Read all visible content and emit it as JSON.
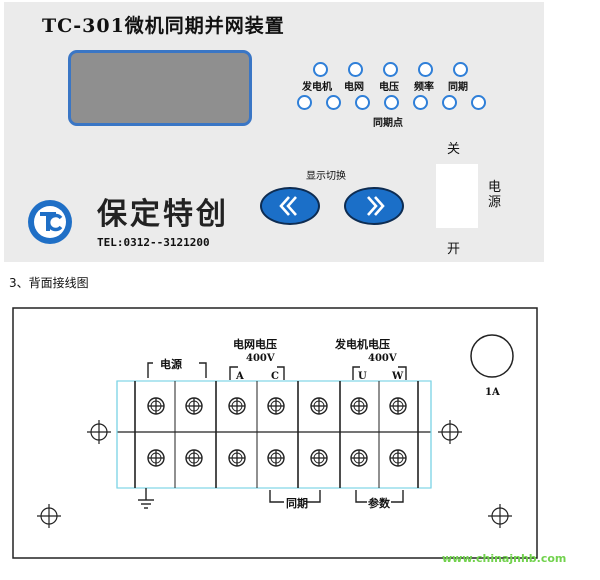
{
  "panel": {
    "title": "TC-301微机同期并网装置",
    "indicators": [
      "发电机",
      "电网",
      "电压",
      "频率",
      "同期"
    ],
    "sync_point_label": "同期点",
    "display_switch_label": "显示切换",
    "switch": {
      "off_label": "关",
      "on_label": "开",
      "power_label": "电\n源"
    },
    "brand": {
      "name": "保定特创",
      "tel": "TEL:0312--3121200"
    }
  },
  "section_heading": "3、背面接线图",
  "wiring": {
    "power_label": "电源",
    "grid_voltage_label": "电网电压",
    "grid_voltage_value": "400V",
    "grid_phase_a": "A",
    "grid_phase_c": "C",
    "gen_voltage_label": "发电机电压",
    "gen_voltage_value": "400V",
    "gen_phase_u": "U",
    "gen_phase_w": "W",
    "sync_label": "同期",
    "param_label": "参数",
    "fuse_label": "1A"
  },
  "watermark": "www.chinajnhb.com",
  "colors": {
    "accent_blue": "#2f7fd8",
    "button_blue": "#1b6fc8",
    "panel_gray": "#ebebeb",
    "lcd_gray": "#8f8f8f",
    "terminal_border": "#7fd4e6"
  }
}
